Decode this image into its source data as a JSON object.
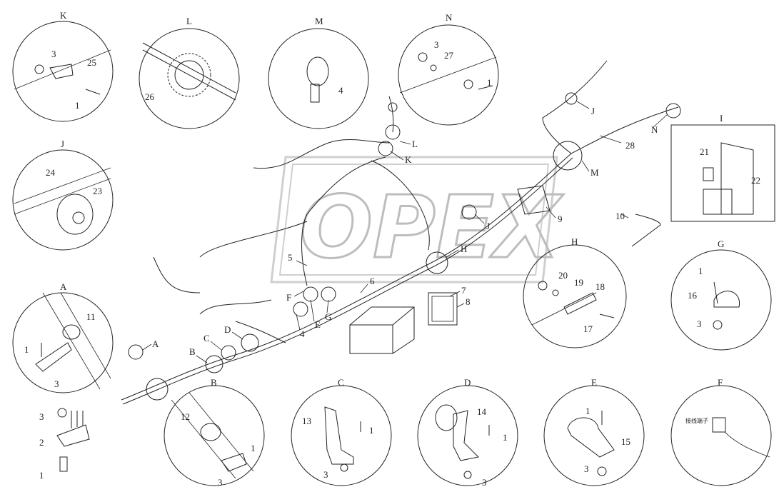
{
  "watermark": {
    "text": "OPEX",
    "color": "#bdbdbd"
  },
  "details": {
    "K": {
      "title": "K",
      "parts": [
        "3",
        "25",
        "1"
      ]
    },
    "L": {
      "title": "L",
      "parts": [
        "26"
      ]
    },
    "M": {
      "title": "M",
      "parts": [
        "4"
      ]
    },
    "N": {
      "title": "N",
      "parts": [
        "3",
        "27",
        "1"
      ]
    },
    "J": {
      "title": "J",
      "parts": [
        "24",
        "23"
      ]
    },
    "I": {
      "title": "I",
      "parts": [
        "21",
        "22"
      ]
    },
    "H": {
      "title": "H",
      "parts": [
        "20",
        "19",
        "18",
        "17"
      ]
    },
    "G": {
      "title": "G",
      "parts": [
        "1",
        "16",
        "3"
      ]
    },
    "A": {
      "title": "A",
      "parts": [
        "11",
        "1",
        "3"
      ]
    },
    "B": {
      "title": "B",
      "parts": [
        "12",
        "1",
        "3"
      ]
    },
    "C": {
      "title": "C",
      "parts": [
        "13",
        "1",
        "3"
      ]
    },
    "D": {
      "title": "D",
      "parts": [
        "14",
        "1",
        "3"
      ]
    },
    "E": {
      "title": "E",
      "parts": [
        "1",
        "15",
        "3"
      ]
    },
    "F": {
      "title": "F",
      "parts": [],
      "note": "接线端子"
    }
  },
  "main_labels": {
    "items": [
      "L",
      "K",
      "J",
      "N",
      "28",
      "M",
      "9",
      "J",
      "H",
      "7",
      "8",
      "6",
      "G",
      "E",
      "4",
      "D",
      "C",
      "B",
      "A",
      "F",
      "5",
      "10"
    ]
  },
  "bracket_parts": [
    "3",
    "2",
    "1"
  ]
}
